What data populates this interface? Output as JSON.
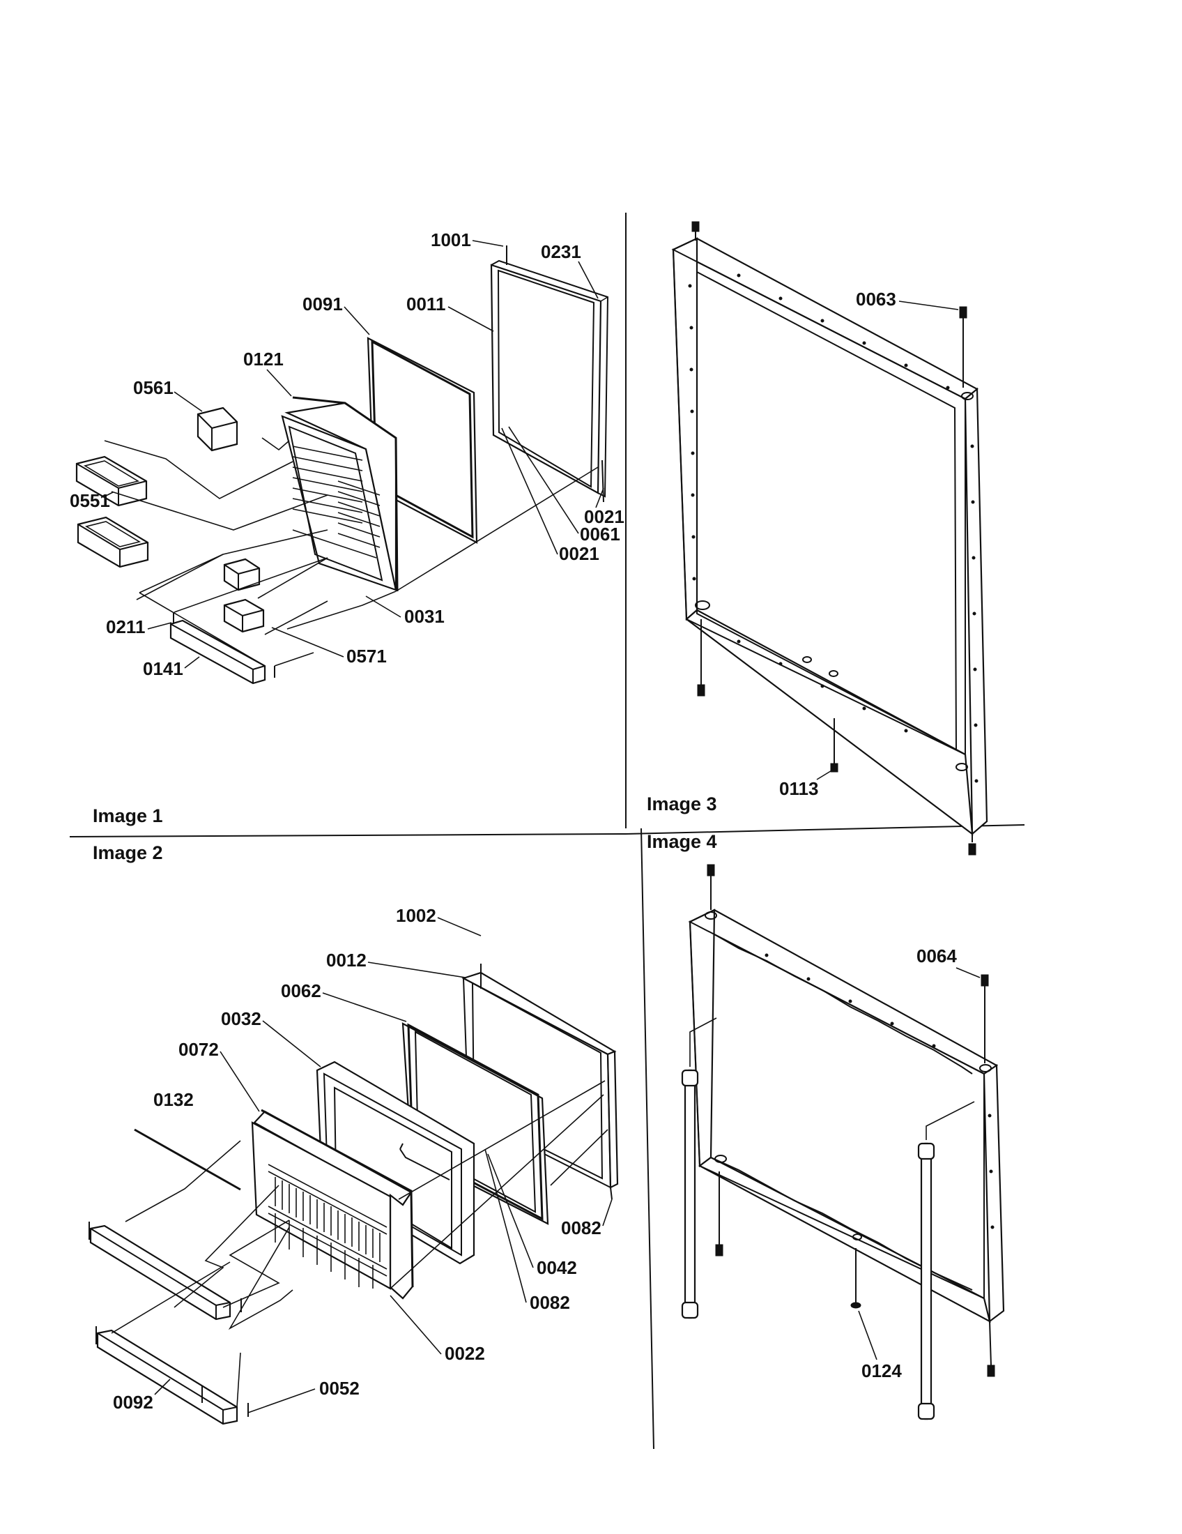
{
  "panels": {
    "image1": {
      "title": "Image 1",
      "labels": {
        "p1001": "1001",
        "p0231": "0231",
        "p0091": "0091",
        "p0011": "0011",
        "p0121": "0121",
        "p0561": "0561",
        "p0551": "0551",
        "p0021a": "0021",
        "p0061": "0061",
        "p0021b": "0021",
        "p0211": "0211",
        "p0031": "0031",
        "p0141": "0141",
        "p0571": "0571"
      }
    },
    "image2": {
      "title": "Image 2",
      "labels": {
        "p1002": "1002",
        "p0012": "0012",
        "p0062": "0062",
        "p0032": "0032",
        "p0072": "0072",
        "p0132": "0132",
        "p0082a": "0082",
        "p0042": "0042",
        "p0082b": "0082",
        "p0022": "0022",
        "p0052": "0052",
        "p0092": "0092"
      }
    },
    "image3": {
      "title": "Image 3",
      "labels": {
        "p0063": "0063",
        "p0113": "0113"
      }
    },
    "image4": {
      "title": "Image 4",
      "labels": {
        "p0064": "0064",
        "p0124": "0124"
      }
    }
  }
}
